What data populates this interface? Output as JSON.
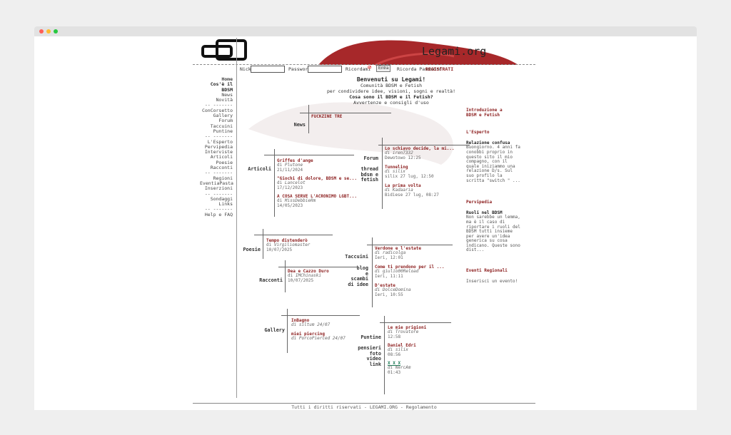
{
  "site": {
    "name": "Legami.org"
  },
  "login": {
    "nick_label": "Nick:",
    "password_label": "Password:",
    "remember_label": "Ricordami",
    "enter_button": "Entra",
    "remember_password": "Ricorda Password",
    "register": "REGISTRATI"
  },
  "welcome": {
    "title": "Benvenuti su Legami!",
    "line1": "Comunità BDSM e Fetish",
    "line2": "per condividere idee, visioni, sogni e realtà!",
    "question": "Cosa sono il BDSM e il Fetish?",
    "warning": "Avvertenze e consigli d'uso"
  },
  "nav": [
    "Home",
    "Cos'è il BDSM",
    "News",
    "Novità",
    "ConCorsetto",
    "Gallery",
    "Forum",
    "Taccuini",
    "Puntine",
    "L'Esperto",
    "Pervipedia",
    "Interviste",
    "Articoli",
    "Poesie",
    "Racconti",
    "Regioni",
    "EventiaPasta",
    "Inserzioni",
    "Sondaggi",
    "Links",
    "Help e FAQ"
  ],
  "news": {
    "label": "News",
    "items": [
      {
        "title": "FUCKZINE TRE"
      }
    ]
  },
  "forum": {
    "label": "Forum",
    "sub": "thread\nbdsm e\nfetish",
    "items": [
      {
        "title": "Lo schiavo decide, la mi...",
        "author": "iren7332",
        "date": "Dewotowo 12:25"
      },
      {
        "title": "Tunneling",
        "author": "silix",
        "date": "silix 27 lug, 12:50"
      },
      {
        "title": "La prima volta",
        "author": "Kadaaria",
        "date": "Bidiese 27 lug, 08:27"
      }
    ]
  },
  "articoli": {
    "label": "Articoli",
    "items": [
      {
        "title": "Griffes d'ange",
        "by": "di ",
        "author": "Plutone",
        "date": "21/11/2024"
      },
      {
        "title": "\"Giochi di dolore, BDSM e se...",
        "by": "di ",
        "author": "Lancelot",
        "date": "17/12/2023"
      },
      {
        "title": "A COSA SERVE L'ACRONIMO LGBT...",
        "by": "di ",
        "author": "MissDebbieRm",
        "date": "14/05/2023"
      }
    ]
  },
  "poesie": {
    "label": "Poesie",
    "items": [
      {
        "title": "Tempo distenderò",
        "by": "di ",
        "author": "Virgiliomaster",
        "date": "10/07/2025"
      }
    ]
  },
  "racconti": {
    "label": "Racconti",
    "items": [
      {
        "title": "Dea e Cazzo Duro",
        "by": "di ",
        "author": "IMChinaski",
        "date": "10/07/2025"
      }
    ]
  },
  "taccuini": {
    "label": "Taccuini",
    "sub": "blog\ne\nscambi\ndi idee",
    "items": [
      {
        "title": "Verdone e l'estate",
        "author": "di radicolga",
        "date": "Ieri, 12:01"
      },
      {
        "title": "Come ti prendono per il ...",
        "author": "di giulio00Reload",
        "date": "Ieri, 11:11"
      },
      {
        "title": "D'estate",
        "author": "di DolceDomina",
        "date": "Ieri, 10:55"
      }
    ]
  },
  "gallery": {
    "label": "Gallery",
    "items": [
      {
        "title": "InBagno",
        "author": "di siltum 24/07"
      },
      {
        "title": "miei piercing",
        "author": "di PorcoPierced 24/07"
      }
    ]
  },
  "puntine": {
    "label": "Puntine",
    "sub": "pensieri\nfoto\nvideo\nlink",
    "items": [
      {
        "title": "Le mie prigioni",
        "author": "di Trovatore",
        "date": "12:58"
      },
      {
        "title": "Daniel Edri",
        "author": "di silix",
        "date": "08:56"
      },
      {
        "title": "X X X",
        "author": "di NercAm",
        "date": "01:43"
      }
    ]
  },
  "right": {
    "intro": "Introduzione a\nBDSM e Fetish",
    "expert_head": "L'Esperto",
    "expert_title": "Relazione confusa",
    "expert_text": "Buongiorno. 4 anni fa conobbi proprio in questo sito il mio compagno, con il quale iniziammo una relazione D/s. Sul suo profilo la scritta \"switch \" ...",
    "pervi_head": "Pervipedia",
    "pervi_title": "Ruoli nel BDSM",
    "pervi_text": "Non sarebbe un lemma, ma è il caso di riportare i ruoli del BDSM tutti insieme per avere un'idea generica su cosa indicano. Queste sono dist...",
    "events_head": "Eventi Regionali",
    "events_text": "Inserisci un evento!"
  },
  "footer": "Tutti i diritti riservati - LEGAMI.ORG - Regolamento",
  "colors": {
    "accent": "#8b1d1d",
    "chrome_red": "#ff5f57",
    "chrome_yellow": "#febc2e",
    "chrome_green": "#28c840"
  }
}
